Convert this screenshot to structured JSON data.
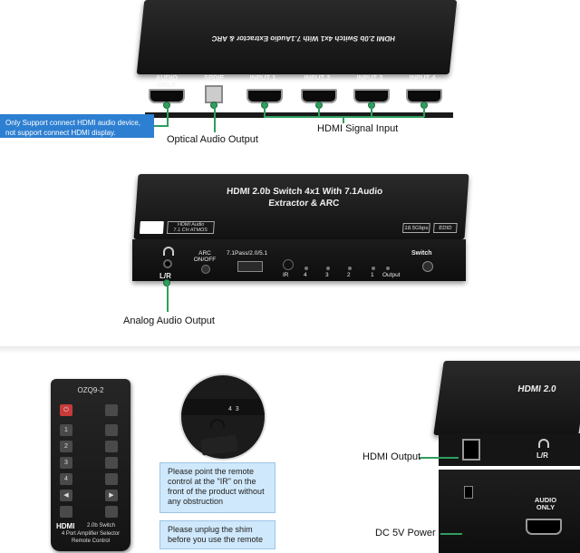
{
  "top_panel": {
    "top_text": "HDMI 2.0b Switch 4x1 With 7.1Audio Extractor & ARC",
    "ports": [
      "AUDIO ONLY",
      "SPDIF",
      "INPUT 1",
      "INPUT 2",
      "INPUT 3",
      "INPUT 4"
    ],
    "note": "Only Support connect HDMI audio device, not support connect HDMI display.",
    "optical_label": "Optical Audio Output",
    "hdmi_signal_label": "HDMI Signal Input"
  },
  "front_panel": {
    "title_line1": "HDMI 2.0b Switch 4x1 With 7.1Audio",
    "title_line2": "Extractor & ARC",
    "badge_left_top": "HDMI Audio",
    "badge_left_bottom": "7.1 CH ATMOS",
    "badge_right": "18.5Gbps",
    "badge_edid": "EDID",
    "arc_label": "ARC ON/OFF",
    "mode_label": "7.1Pass/2.0/5.1",
    "ir_label": "IR",
    "leds": [
      "4",
      "3",
      "2",
      "1"
    ],
    "output_label": "Output",
    "switch_label": "Switch",
    "lr_label": "L/R",
    "analog_label": "Analog Audio Output"
  },
  "remote": {
    "model": "OZQ9-2",
    "keys": [
      "1",
      "2",
      "3",
      "4",
      "◀",
      "▶"
    ],
    "brand": "HDMI",
    "line1": "2.0b Switch",
    "line2": "4 Port Amplifier Selector",
    "line3": "Remote Control"
  },
  "tips": {
    "ir_tip": "Please point the remote control at the \"IR\" on the front of the product without any obstruction",
    "shim_tip": "Please unplug the shim before you use the remote"
  },
  "bottom_right": {
    "hdmi_output": "HDMI Output",
    "dc_power": "DC 5V Power",
    "top_text": "HDMI 2.0",
    "audio_only": "AUDIO ONLY",
    "lr": "L/R"
  }
}
